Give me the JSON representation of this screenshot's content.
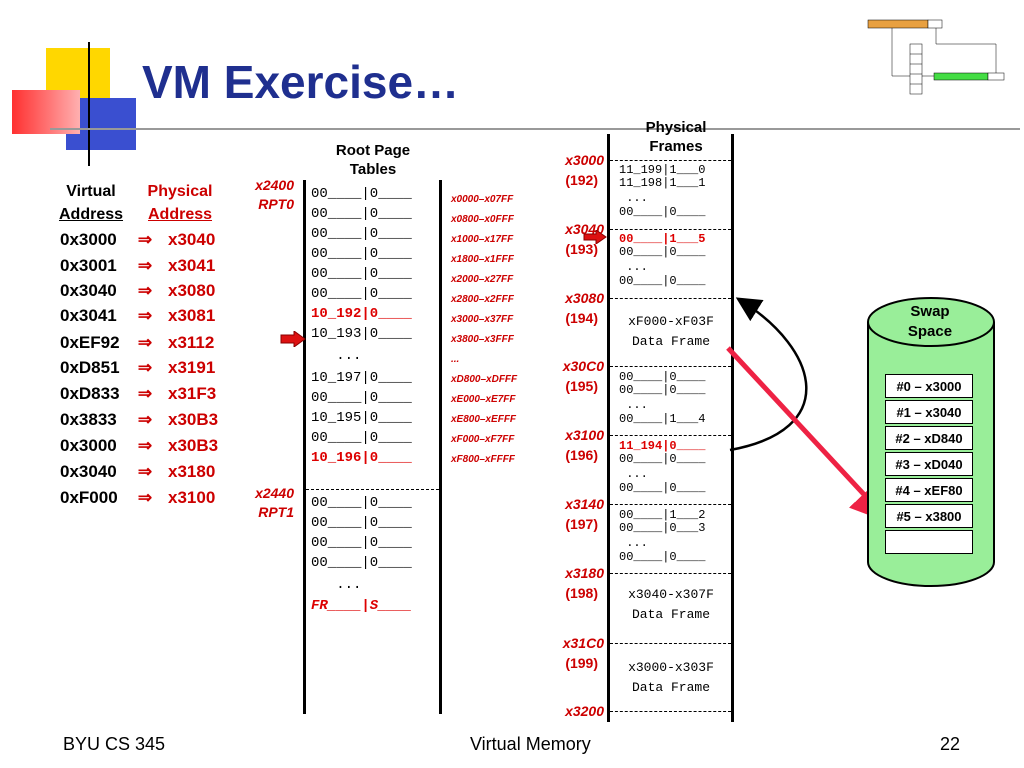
{
  "title": "VM Exercise…",
  "va_header": [
    "Virtual",
    "Address"
  ],
  "pa_header": [
    "Physical",
    "Address"
  ],
  "translations": [
    {
      "va": "0x3000",
      "pa": "x3040"
    },
    {
      "va": "0x3001",
      "pa": "x3041"
    },
    {
      "va": "0x3040",
      "pa": "x3080"
    },
    {
      "va": "0x3041",
      "pa": "x3081"
    },
    {
      "va": "0xEF92",
      "pa": "x3112"
    },
    {
      "va": "0xD851",
      "pa": "x3191"
    },
    {
      "va": "0xD833",
      "pa": "x31F3"
    },
    {
      "va": "0x3833",
      "pa": "x30B3"
    },
    {
      "va": "0x3000",
      "pa": "x30B3"
    },
    {
      "va": "0x3040",
      "pa": "x3180"
    },
    {
      "va": "0xF000",
      "pa": "x3100"
    }
  ],
  "arrow_glyph": "⇒",
  "root_header": [
    "Root Page",
    "Tables"
  ],
  "rpt0": {
    "addr": "x2400",
    "name": "RPT0"
  },
  "rpt1": {
    "addr": "x2440",
    "name": "RPT1"
  },
  "rpt0_entries": [
    {
      "text": "00____|0____",
      "red": false
    },
    {
      "text": "00____|0____",
      "red": false
    },
    {
      "text": "00____|0____",
      "red": false
    },
    {
      "text": "00____|0____",
      "red": false
    },
    {
      "text": "00____|0____",
      "red": false
    },
    {
      "text": "00____|0____",
      "red": false
    },
    {
      "text": "10_192|0____",
      "red": true
    },
    {
      "text": "10_193|0____",
      "red": false
    },
    {
      "text": "   ...",
      "red": false
    },
    {
      "text": "10_197|0____",
      "red": false
    },
    {
      "text": "00____|0____",
      "red": false
    },
    {
      "text": "10_195|0____",
      "red": false
    },
    {
      "text": "00____|0____",
      "red": false
    },
    {
      "text": "10_196|0____",
      "red": true
    }
  ],
  "ranges": [
    "x0000–x07FF",
    "x0800–x0FFF",
    "x1000–x17FF",
    "x1800–x1FFF",
    "x2000–x27FF",
    "x2800–x2FFF",
    "x3000–x37FF",
    "x3800–x3FFF",
    "...",
    "xD800–xDFFF",
    "xE000–xE7FF",
    "xE800–xEFFF",
    "xF000–xF7FF",
    "xF800–xFFFF"
  ],
  "rpt1_entries": [
    {
      "text": "00____|0____",
      "red": false
    },
    {
      "text": "00____|0____",
      "red": false
    },
    {
      "text": "00____|0____",
      "red": false
    },
    {
      "text": "00____|0____",
      "red": false
    },
    {
      "text": "   ...",
      "red": false
    },
    {
      "text": "FR____|S____",
      "red": true
    }
  ],
  "pf_header": [
    "Physical",
    "Frames"
  ],
  "frame_addrs": [
    {
      "addr": "x3000",
      "num": "(192)"
    },
    {
      "addr": "x3040",
      "num": "(193)"
    },
    {
      "addr": "x3080",
      "num": "(194)"
    },
    {
      "addr": "x30C0",
      "num": "(195)"
    },
    {
      "addr": "x3100",
      "num": "(196)"
    },
    {
      "addr": "x3140",
      "num": "(197)"
    },
    {
      "addr": "x3180",
      "num": "(198)"
    },
    {
      "addr": "x31C0",
      "num": "(199)"
    },
    {
      "addr": "x3200",
      "num": ""
    }
  ],
  "frame_lines": [
    {
      "text": "11_199|1___0",
      "red": false
    },
    {
      "text": "11_198|1___1",
      "red": false
    },
    {
      "text": " ...",
      "red": false
    },
    {
      "text": "00____|0____",
      "red": false
    },
    {
      "text": "00____|1___5",
      "red": true
    },
    {
      "text": "00____|0____",
      "red": false
    },
    {
      "text": " ...",
      "red": false
    },
    {
      "text": "00____|0____",
      "red": false
    },
    {
      "text": "00____|0____",
      "red": false
    },
    {
      "text": "00____|0____",
      "red": false
    },
    {
      "text": " ...",
      "red": false
    },
    {
      "text": "00____|1___4",
      "red": false
    },
    {
      "text": "11_194|0____",
      "red": true
    },
    {
      "text": "00____|0____",
      "red": false
    },
    {
      "text": " ...",
      "red": false
    },
    {
      "text": "00____|0____",
      "red": false
    },
    {
      "text": "00____|1___2",
      "red": false
    },
    {
      "text": "00____|0___3",
      "red": false
    },
    {
      "text": " ...",
      "red": false
    },
    {
      "text": "00____|0____",
      "red": false
    }
  ],
  "data_frames": [
    {
      "range": "xF000-xF03F",
      "label": "Data Frame"
    },
    {
      "range": "x3040-x307F",
      "label": "Data Frame"
    },
    {
      "range": "x3000-x303F",
      "label": "Data Frame"
    }
  ],
  "swap_title": [
    "Swap",
    "Space"
  ],
  "swap_entries": [
    "#0 – x3000",
    "#1 – x3040",
    "#2 – xD840",
    "#3 – xD040",
    "#4 – xEF80",
    "#5 – x3800",
    ""
  ],
  "footer_left": "BYU CS 345",
  "footer_center": "Virtual Memory",
  "footer_right": "22",
  "colors": {
    "title": "#1f2f8f",
    "red": "#cc0000",
    "deco_yellow": "#ffd700",
    "deco_red": "#ff4040",
    "deco_blue": "#3a4fd0",
    "swap_green": "#99ee99"
  }
}
